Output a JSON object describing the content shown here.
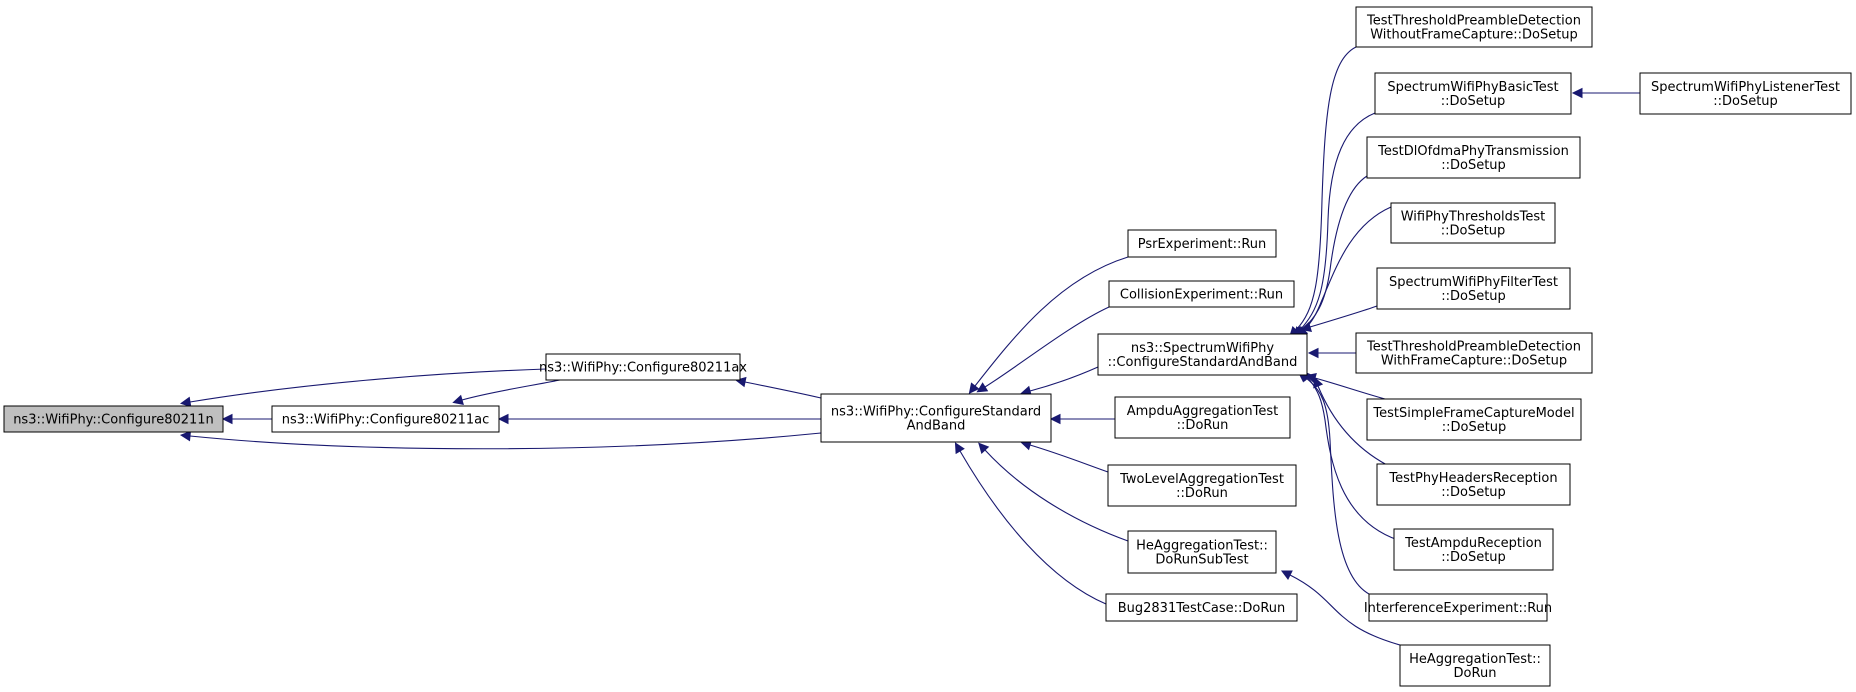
{
  "diagram": {
    "colors": {
      "edge": "#191970",
      "root_fill": "#bfbfbf",
      "node_fill": "#ffffff",
      "node_border": "#000000"
    },
    "nodes": {
      "configure80211n": [
        "ns3::WifiPhy::Configure80211n"
      ],
      "configure80211ax": [
        "ns3::WifiPhy::Configure80211ax"
      ],
      "configure80211ac": [
        "ns3::WifiPhy::Configure80211ac"
      ],
      "configureStdBand": [
        "ns3::WifiPhy::ConfigureStandard",
        "AndBand"
      ],
      "psrRun": [
        "PsrExperiment::Run"
      ],
      "collisionRun": [
        "CollisionExperiment::Run"
      ],
      "spectrumStdBand": [
        "ns3::SpectrumWifiPhy",
        "::ConfigureStandardAndBand"
      ],
      "ampduAggRun": [
        "AmpduAggregationTest",
        "::DoRun"
      ],
      "twoLevelAggRun": [
        "TwoLevelAggregationTest",
        "::DoRun"
      ],
      "heAggSubTest": [
        "HeAggregationTest::",
        "DoRunSubTest"
      ],
      "bug2831Run": [
        "Bug2831TestCase::DoRun"
      ],
      "heAggRun": [
        "HeAggregationTest::",
        "DoRun"
      ],
      "thresholdNoCapture": [
        "TestThresholdPreambleDetection",
        "WithoutFrameCapture::DoSetup"
      ],
      "spectrumBasic": [
        "SpectrumWifiPhyBasicTest",
        "::DoSetup"
      ],
      "spectrumListener": [
        "SpectrumWifiPhyListenerTest",
        "::DoSetup"
      ],
      "dlOfdma": [
        "TestDlOfdmaPhyTransmission",
        "::DoSetup"
      ],
      "thresholdsTest": [
        "WifiPhyThresholdsTest",
        "::DoSetup"
      ],
      "filterTest": [
        "SpectrumWifiPhyFilterTest",
        "::DoSetup"
      ],
      "thresholdCapture": [
        "TestThresholdPreambleDetection",
        "WithFrameCapture::DoSetup"
      ],
      "simpleCapture": [
        "TestSimpleFrameCaptureModel",
        "::DoSetup"
      ],
      "phyHeaders": [
        "TestPhyHeadersReception",
        "::DoSetup"
      ],
      "ampduReception": [
        "TestAmpduReception",
        "::DoSetup"
      ],
      "interferenceRun": [
        "InterferenceExperiment::Run"
      ]
    },
    "edges": [
      [
        "configure80211ax",
        "configure80211n"
      ],
      [
        "configure80211ac",
        "configure80211n"
      ],
      [
        "configureStdBand",
        "configure80211n"
      ],
      [
        "configure80211ax",
        "configure80211ac"
      ],
      [
        "configureStdBand",
        "configure80211ac"
      ],
      [
        "configureStdBand",
        "configure80211ax"
      ],
      [
        "psrRun",
        "configureStdBand"
      ],
      [
        "collisionRun",
        "configureStdBand"
      ],
      [
        "spectrumStdBand",
        "configureStdBand"
      ],
      [
        "ampduAggRun",
        "configureStdBand"
      ],
      [
        "twoLevelAggRun",
        "configureStdBand"
      ],
      [
        "heAggSubTest",
        "configureStdBand"
      ],
      [
        "bug2831Run",
        "configureStdBand"
      ],
      [
        "heAggRun",
        "heAggSubTest"
      ],
      [
        "thresholdNoCapture",
        "spectrumStdBand"
      ],
      [
        "spectrumBasic",
        "spectrumStdBand"
      ],
      [
        "dlOfdma",
        "spectrumStdBand"
      ],
      [
        "thresholdsTest",
        "spectrumStdBand"
      ],
      [
        "filterTest",
        "spectrumStdBand"
      ],
      [
        "thresholdCapture",
        "spectrumStdBand"
      ],
      [
        "simpleCapture",
        "spectrumStdBand"
      ],
      [
        "phyHeaders",
        "spectrumStdBand"
      ],
      [
        "ampduReception",
        "spectrumStdBand"
      ],
      [
        "interferenceRun",
        "spectrumStdBand"
      ],
      [
        "spectrumListener",
        "spectrumBasic"
      ]
    ]
  }
}
